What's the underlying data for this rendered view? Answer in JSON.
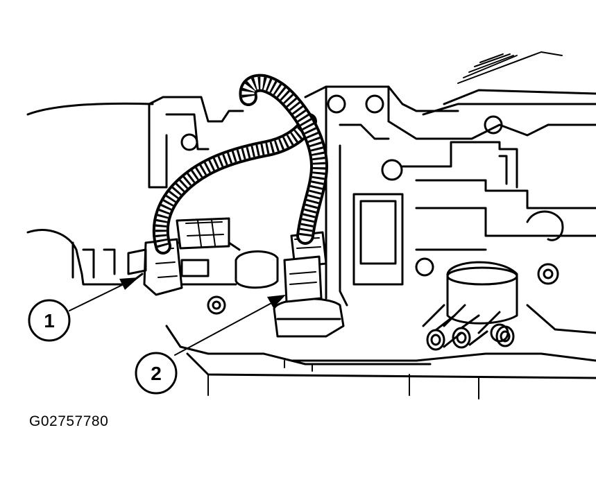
{
  "figure": {
    "id": "G02757780",
    "callouts": [
      {
        "number": "1"
      },
      {
        "number": "2"
      }
    ]
  }
}
